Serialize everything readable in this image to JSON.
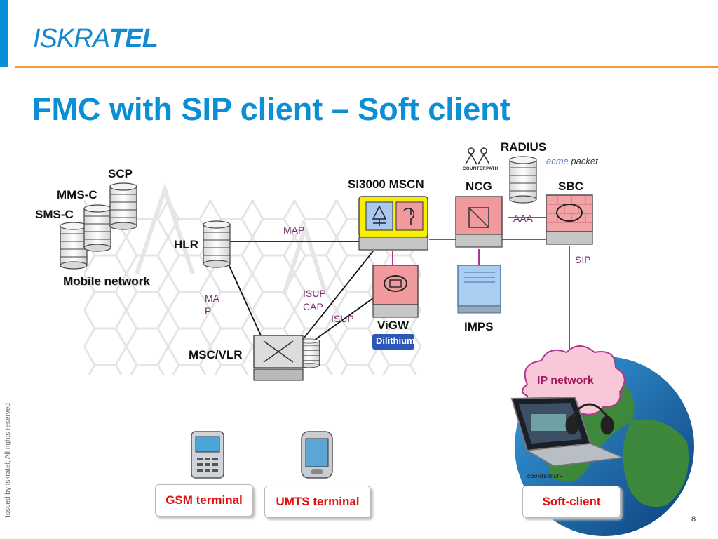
{
  "brand": {
    "logo_light": "ISKRA",
    "logo_heavy": "TEL"
  },
  "slide": {
    "title": "FMC with SIP client – Soft client",
    "footer": "Issued by Iskratel; All rights reserved",
    "page_number": "8"
  },
  "nodes": {
    "scp": "SCP",
    "mms_c": "MMS-C",
    "sms_c": "SMS-C",
    "hlr": "HLR",
    "mobile_network": "Mobile network",
    "msc_vlr": "MSC/VLR",
    "si3000": "SI3000 MSCN",
    "ncg": "NCG",
    "radius": "RADIUS",
    "sbc": "SBC",
    "vigw": "ViGW",
    "imps": "IMPS",
    "ip_network": "IP network"
  },
  "links": {
    "map_top": "MAP",
    "map_left": "MA\nP",
    "map_left_1": "MA",
    "map_left_2": "P",
    "isup_cap_1": "ISUP",
    "isup_cap_2": "CAP",
    "isup": "ISUP",
    "aaa": "AAA",
    "sip": "SIP"
  },
  "logos": {
    "counterpath": "COUNTERPATH",
    "acme": "acme",
    "packet": "packet",
    "dilithium": "Dilithium"
  },
  "terminals": {
    "gsm": "GSM terminal",
    "umts": "UMTS terminal",
    "soft": "Soft-client"
  },
  "colors": {
    "brand_blue": "#0a8fd6",
    "accent_orange": "#f29a3a",
    "link_magenta": "#b0358e",
    "node_pink": "#f19a9e",
    "node_yellow": "#f7ee00",
    "terminal_red": "#e01010"
  }
}
